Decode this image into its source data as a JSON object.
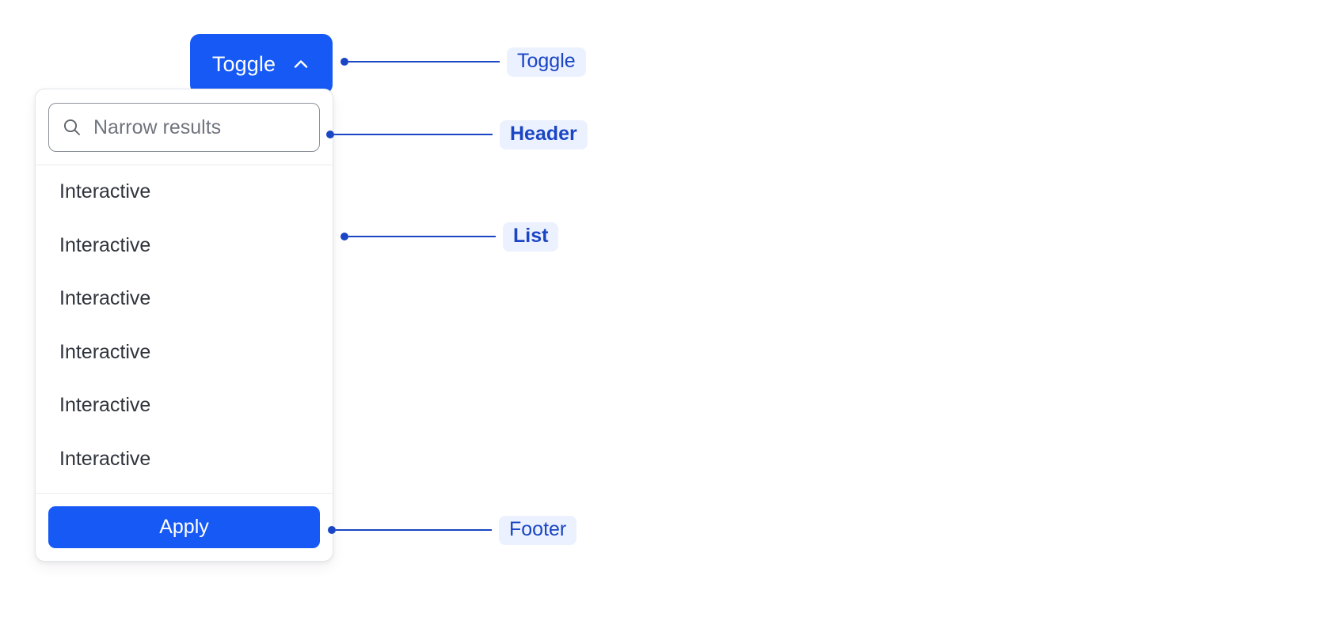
{
  "toggle": {
    "label": "Toggle",
    "icon": "chevron-up-icon",
    "background": "#1659f5",
    "text_color": "#ffffff"
  },
  "panel": {
    "header": {
      "search": {
        "icon": "search-icon",
        "placeholder": "Narrow results",
        "value": ""
      }
    },
    "list": {
      "items": [
        {
          "label": "Interactive"
        },
        {
          "label": "Interactive"
        },
        {
          "label": "Interactive"
        },
        {
          "label": "Interactive"
        },
        {
          "label": "Interactive"
        },
        {
          "label": "Interactive"
        }
      ]
    },
    "footer": {
      "apply_label": "Apply",
      "apply_background": "#1659f5"
    }
  },
  "annotations": {
    "accent_color": "#1a45c4",
    "chip_background": "#ebf1fe",
    "items": [
      {
        "label": "Toggle",
        "target": "toggle-button"
      },
      {
        "label": "Header",
        "target": "panel-header"
      },
      {
        "label": "List",
        "target": "panel-list"
      },
      {
        "label": "Footer",
        "target": "panel-footer"
      }
    ]
  }
}
